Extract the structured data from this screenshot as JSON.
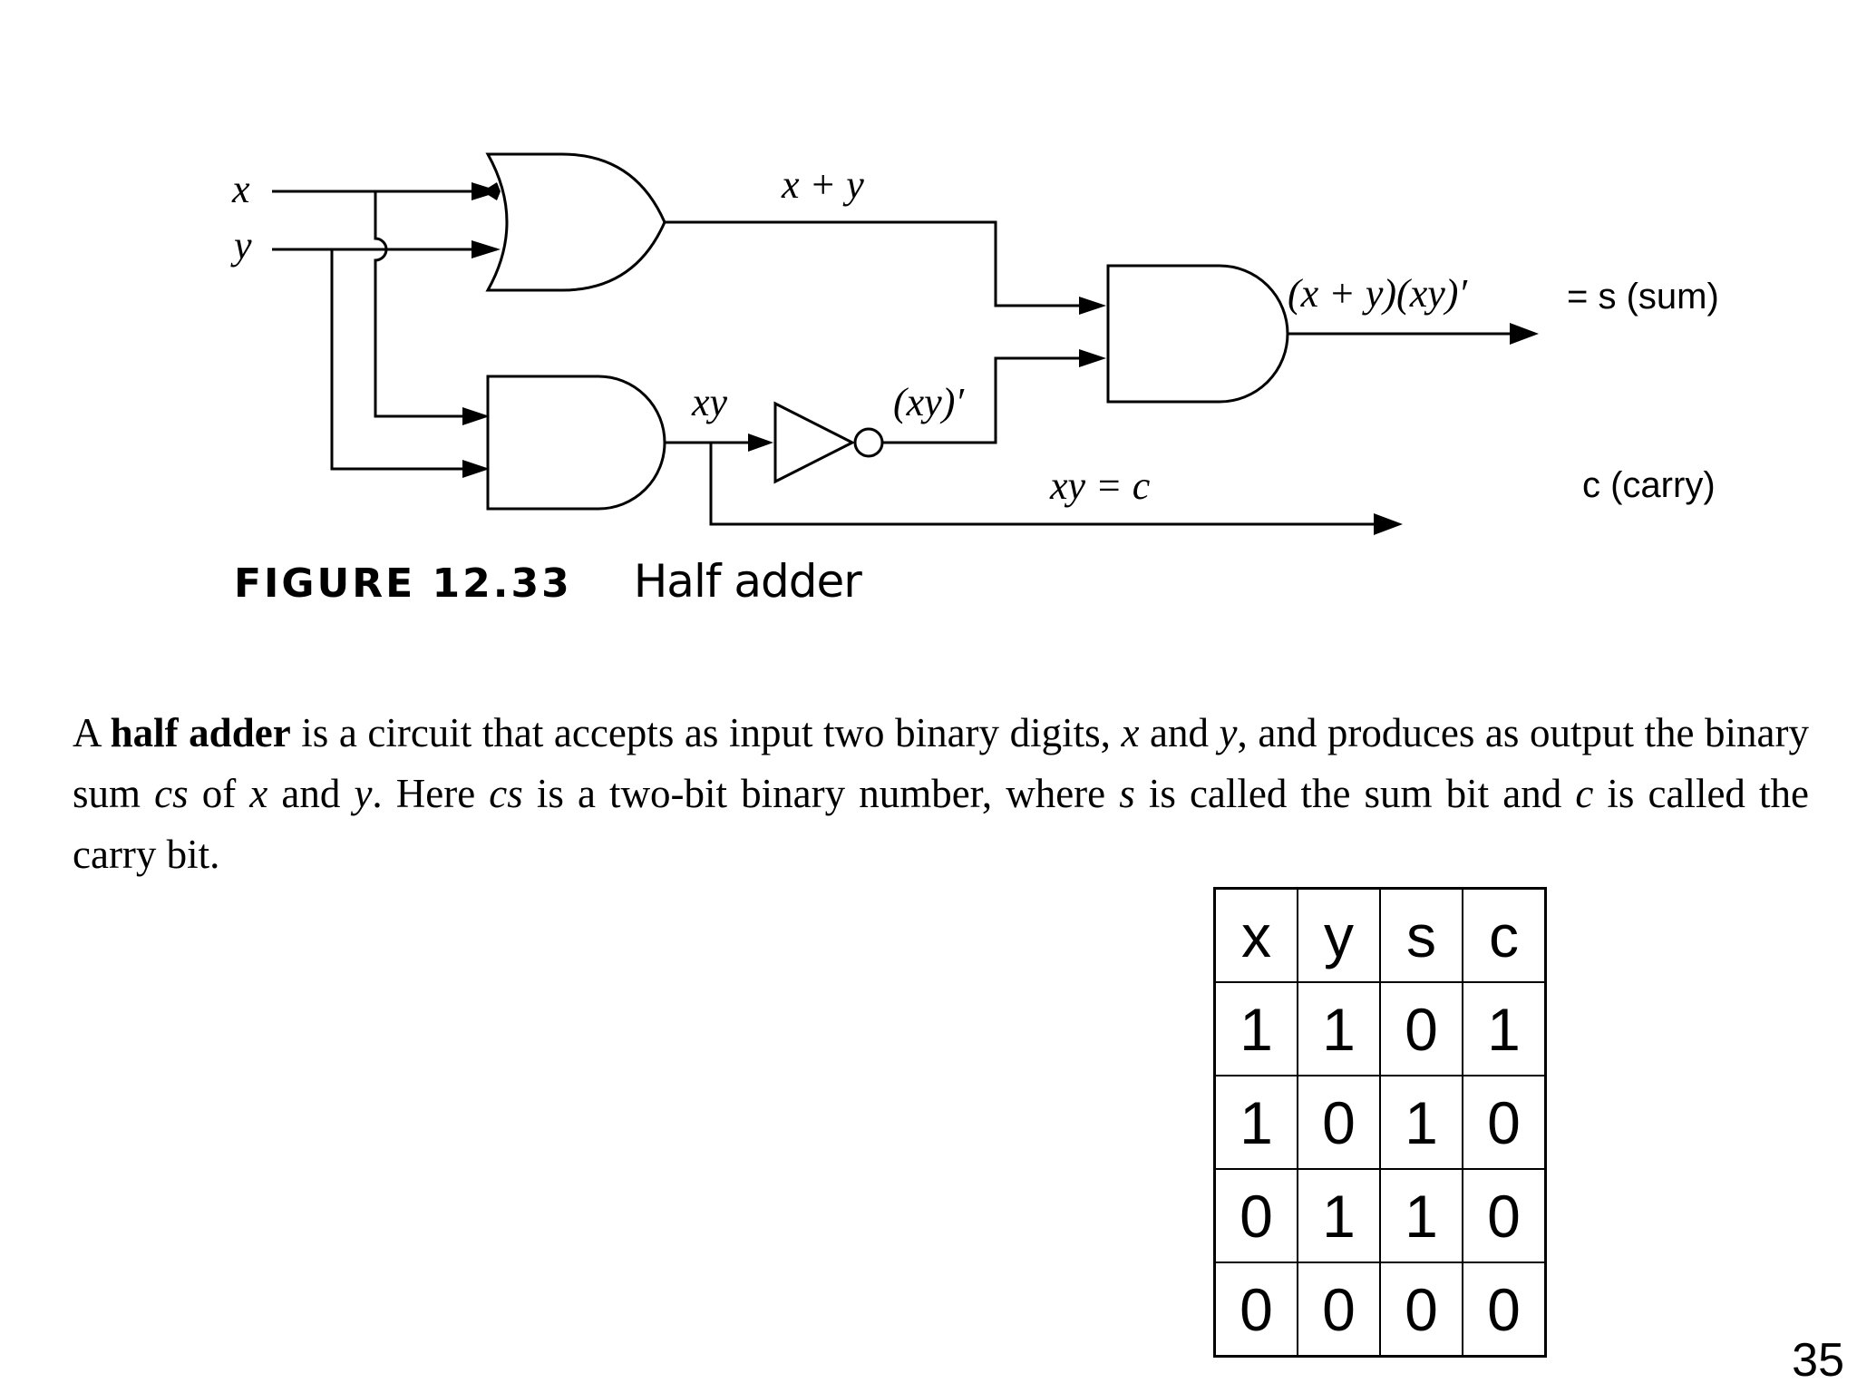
{
  "diagram": {
    "input_x": "x",
    "input_y": "y",
    "or_output": "x + y",
    "and_output": "xy",
    "not_output": "(xy)′",
    "final_expression": "(x + y)(xy)′",
    "sum_note": "= s (sum)",
    "carry_expression": "xy = c",
    "carry_note": "c (carry)"
  },
  "figure": {
    "label": "FIGURE 12.33",
    "title": "Half adder"
  },
  "paragraph": {
    "intro": "A ",
    "term": "half adder",
    "p1": " is a circuit that accepts as input two binary digits, ",
    "x1": "x",
    "p2": " and ",
    "y1": "y",
    "p3": ", and produces as output the binary sum ",
    "cs1": "cs",
    "p4": " of ",
    "x2": "x",
    "p5": " and ",
    "y2": "y",
    "p6": ". Here ",
    "cs2": "cs",
    "p7": " is a two-bit binary number, where ",
    "s1": "s",
    "p8": " is called the sum bit and ",
    "c1": "c",
    "p9": " is called the carry bit."
  },
  "truth_table": {
    "headers": [
      "x",
      "y",
      "s",
      "c"
    ],
    "rows": [
      [
        "1",
        "1",
        "0",
        "1"
      ],
      [
        "1",
        "0",
        "1",
        "0"
      ],
      [
        "0",
        "1",
        "1",
        "0"
      ],
      [
        "0",
        "0",
        "0",
        "0"
      ]
    ]
  },
  "page_number": "35"
}
